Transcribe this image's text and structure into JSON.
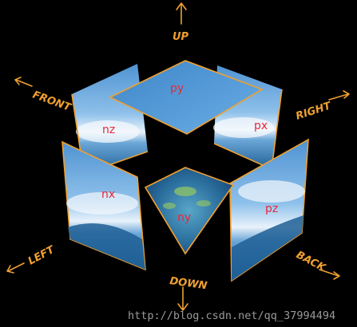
{
  "directions": {
    "up": "UP",
    "down": "DOWN",
    "front": "FRONT",
    "right": "RIGHT",
    "left": "LEFT",
    "back": "BACK"
  },
  "faces": {
    "py": "py",
    "ny": "ny",
    "nx": "nx",
    "nz": "nz",
    "px": "px",
    "pz": "pz"
  },
  "watermark": "http://blog.csdn.net/qq_37994494",
  "colors": {
    "background": "#000000",
    "accent": "#f0a030",
    "face_label": "#e8283a",
    "sky": "#5a9fd8",
    "earth": "#2a6a9a"
  }
}
